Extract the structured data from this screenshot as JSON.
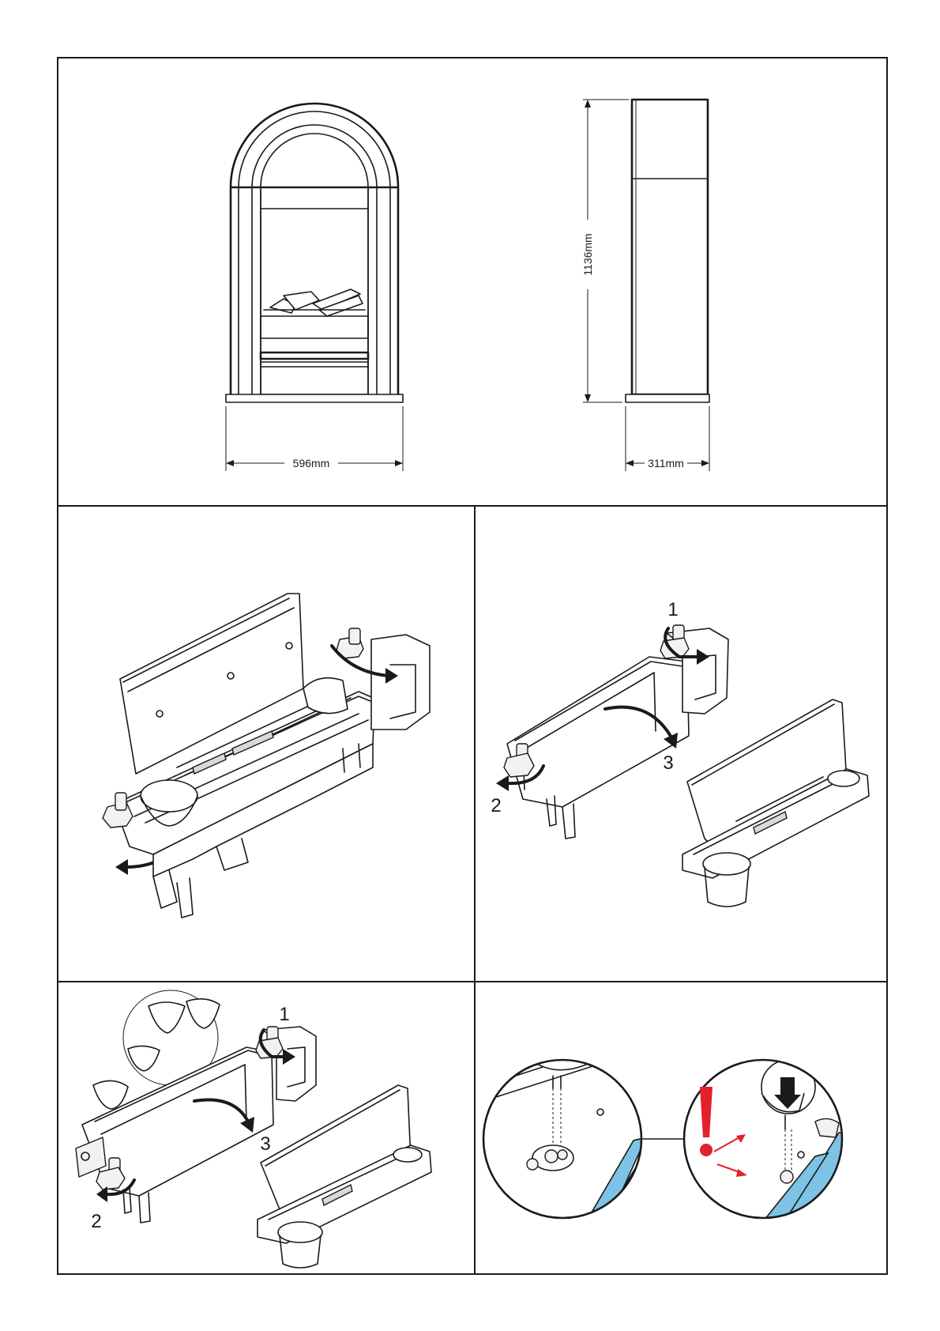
{
  "dimensions": {
    "width_label": "596mm",
    "height_label": "1136mm",
    "depth_label": "311mm"
  },
  "steps": {
    "panel3": {
      "s1": "1",
      "s2": "2",
      "s3": "3"
    },
    "panel4": {
      "s1": "1",
      "s2": "2",
      "s3": "3"
    }
  },
  "colors": {
    "outline": "#1a1a1a",
    "water_tank_blue": "#7ec3e6",
    "warning_red": "#e3212b"
  },
  "icons": [
    "warning-exclamation-icon",
    "down-arrow-icon",
    "rotate-arrow-icon"
  ]
}
